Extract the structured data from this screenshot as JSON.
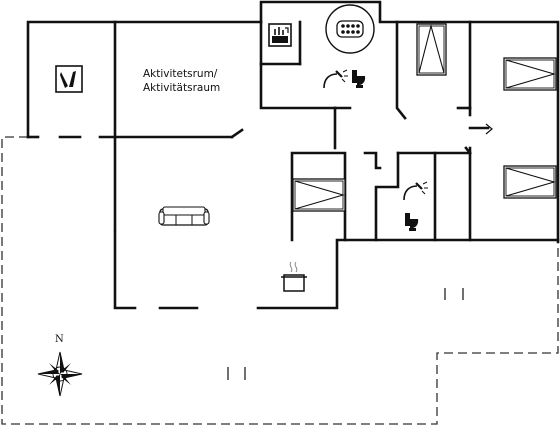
{
  "rooms": {
    "activity_room": {
      "label_line1": "Aktivitetsrum/",
      "label_line2": "Aktivitätsraum"
    }
  },
  "compass": {
    "north_label": "N"
  },
  "icons": {
    "sauna": "sauna-icon",
    "whirlpool": "whirlpool-icon",
    "shower": "shower-icon",
    "toilet": "toilet-icon",
    "bed": "bed-icon",
    "sofa": "sofa-icon",
    "cooking_pot": "cooking-pot-icon",
    "compass_rose": "compass-rose-icon",
    "bottles": "bottles-icon"
  }
}
